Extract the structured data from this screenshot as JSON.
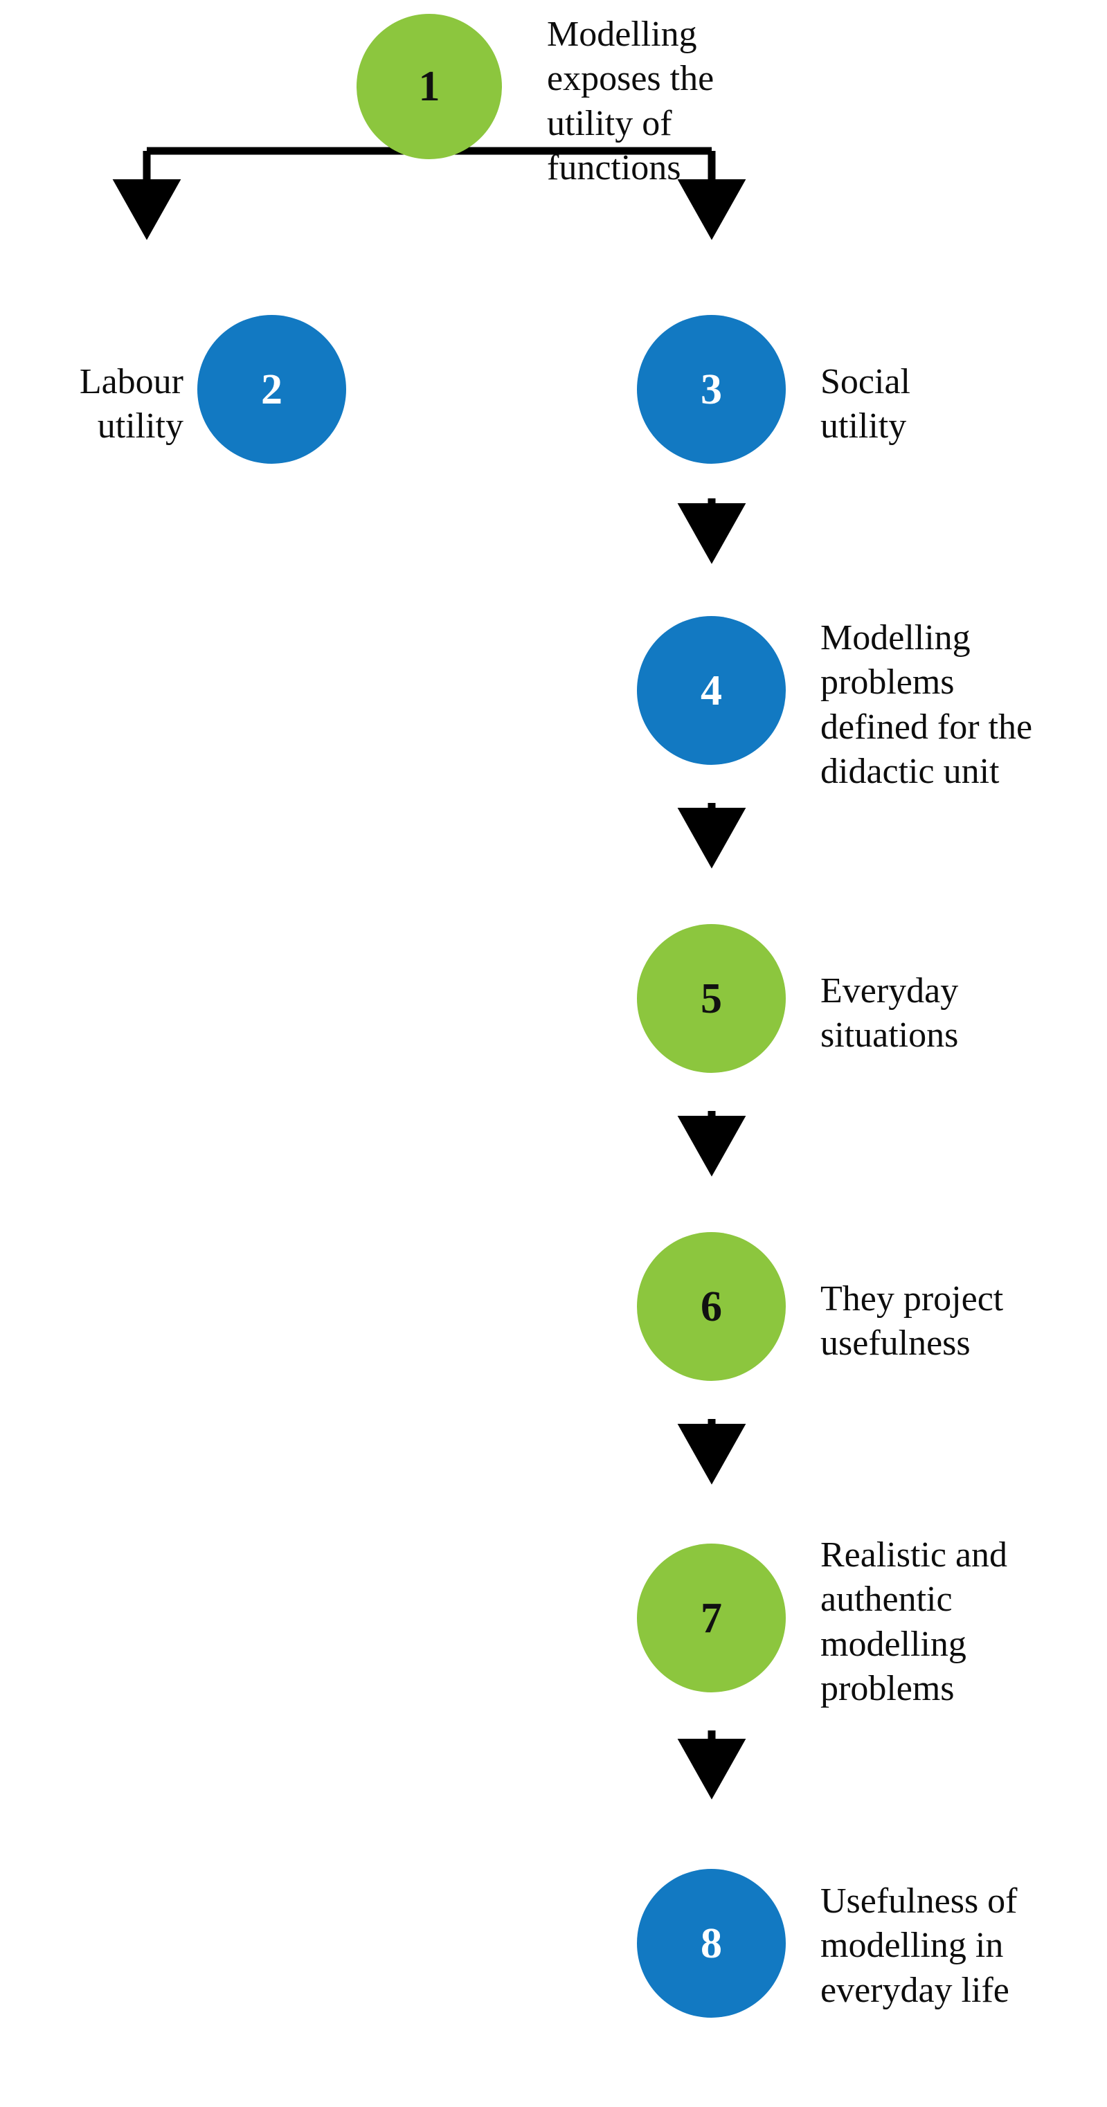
{
  "diagram": {
    "title": "Modelling utility of functions flowchart",
    "colors": {
      "green": "#8CC63E",
      "blue": "#1279C2",
      "arrow": "#000000",
      "background": "#FFFFFF",
      "green_number_text": "#111111",
      "blue_number_text": "#FFFFFF",
      "label_text": "#0D0D0D"
    },
    "nodes": [
      {
        "id": "node-1",
        "number": "1",
        "color": "green",
        "label": "Modelling\nexposes the\nutility of\nfunctions",
        "label_side": "right"
      },
      {
        "id": "node-2",
        "number": "2",
        "color": "blue",
        "label": "Labour\nutility",
        "label_side": "left"
      },
      {
        "id": "node-3",
        "number": "3",
        "color": "blue",
        "label": "Social\nutility",
        "label_side": "right"
      },
      {
        "id": "node-4",
        "number": "4",
        "color": "blue",
        "label": "Modelling\nproblems\ndefined for the\ndidactic unit",
        "label_side": "right"
      },
      {
        "id": "node-5",
        "number": "5",
        "color": "green",
        "label": "Everyday\nsituations",
        "label_side": "right"
      },
      {
        "id": "node-6",
        "number": "6",
        "color": "green",
        "label": "They project\nusefulness",
        "label_side": "right"
      },
      {
        "id": "node-7",
        "number": "7",
        "color": "green",
        "label": "Realistic and\nauthentic\nmodelling\nproblems",
        "label_side": "right"
      },
      {
        "id": "node-8",
        "number": "8",
        "color": "blue",
        "label": "Usefulness of\nmodelling in\neveryday life",
        "label_side": "right"
      }
    ],
    "edges": [
      {
        "id": "edge-1-2",
        "from": "1",
        "to": "2",
        "style": "elbow-split-left"
      },
      {
        "id": "edge-1-3",
        "from": "1",
        "to": "3",
        "style": "elbow-split-right"
      },
      {
        "id": "edge-3-4",
        "from": "3",
        "to": "4",
        "style": "straight-down"
      },
      {
        "id": "edge-4-5",
        "from": "4",
        "to": "5",
        "style": "straight-down"
      },
      {
        "id": "edge-5-6",
        "from": "5",
        "to": "6",
        "style": "straight-down"
      },
      {
        "id": "edge-6-7",
        "from": "6",
        "to": "7",
        "style": "straight-down"
      },
      {
        "id": "edge-7-8",
        "from": "7",
        "to": "8",
        "style": "straight-down"
      }
    ]
  }
}
